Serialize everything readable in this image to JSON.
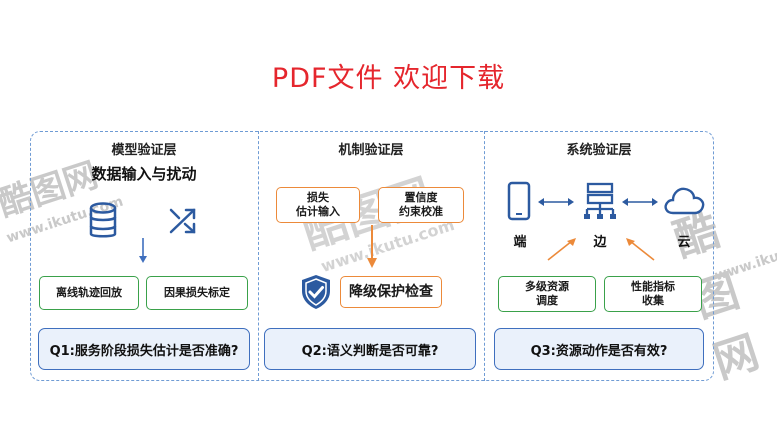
{
  "headline": "PDF文件  欢迎下载",
  "panels": {
    "model": {
      "title": "模型验证层",
      "subtitle": "数据输入与扰动",
      "box_left": "离线轨迹回放",
      "box_right": "因果损失标定",
      "question": "Q1:服务阶段损失估计是否准确?"
    },
    "mechanism": {
      "title": "机制验证层",
      "box_left": "损失\n估计输入",
      "box_right": "置信度\n约束校准",
      "box_main": "降级保护检查",
      "question": "Q2:语义判断是否可靠?"
    },
    "system": {
      "title": "系统验证层",
      "label_end": "端",
      "label_edge": "边",
      "label_cloud": "云",
      "box_left": "多级资源\n调度",
      "box_right": "性能指标\n收集",
      "question": "Q3:资源动作是否有效?"
    }
  },
  "watermarks": {
    "brand": "酷图网",
    "url": "www.ikutu.com"
  },
  "colors": {
    "headline": "#e5262d",
    "frame": "#6f9bd4",
    "green": "#3aa14a",
    "orange": "#ec8a3a",
    "icon_blue": "#2c5aa0",
    "question_fill": "#eaf1fb"
  },
  "icons": [
    "database-icon",
    "shuffle-icon",
    "shield-check-icon",
    "phone-icon",
    "server-icon",
    "cloud-icon"
  ]
}
